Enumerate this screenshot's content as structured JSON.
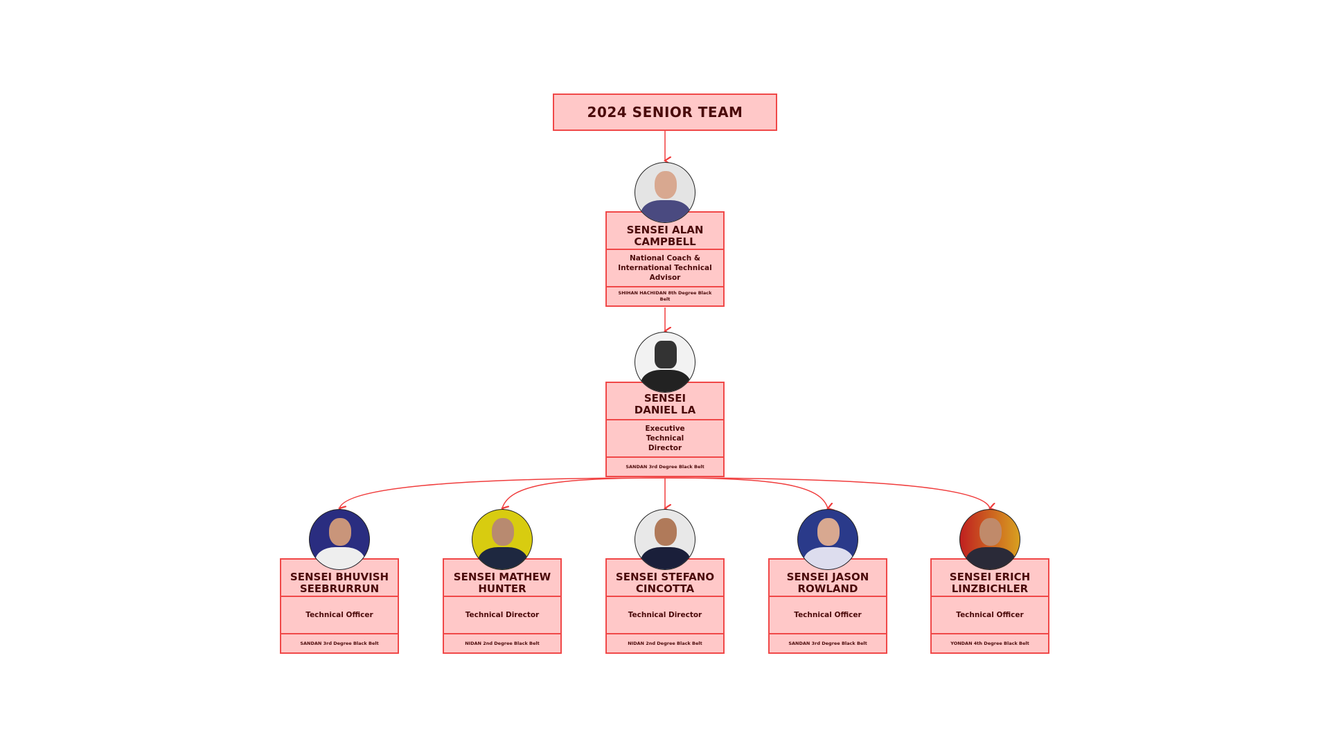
{
  "title": "2024 SENIOR TEAM",
  "levels": {
    "head": {
      "name": "SENSEI ALAN CAMPBELL",
      "role": "National Coach & International Technical Advisor",
      "belt": "SHIHAN HACHIDAN 8th Degree Black Belt"
    },
    "executive": {
      "name": "SENSEI DANIEL LA",
      "role": "Executive Technical Director",
      "belt": "SANDAN 3rd Degree Black Belt"
    }
  },
  "members": [
    {
      "name": "SENSEI BHUVISH SEEBRURRUN",
      "role": "Technical Officer",
      "belt": "SANDAN 3rd Degree Black Belt"
    },
    {
      "name": "SENSEI MATHEW HUNTER",
      "role": "Technical Director",
      "belt": "NIDAN 2nd Degree Black Belt"
    },
    {
      "name": "SENSEI STEFANO CINCOTTA",
      "role": "Technical Director",
      "belt": "NIDAN 2nd Degree Black Belt"
    },
    {
      "name": "SENSEI JASON ROWLAND",
      "role": "Technical Officer",
      "belt": "SANDAN 3rd Degree Black Belt"
    },
    {
      "name": "SENSEI ERICH LINZBICHLER",
      "role": "Technical Officer",
      "belt": "YONDAN 4th Degree Black Belt"
    }
  ],
  "colors": {
    "box_fill": "#ffc8c8",
    "box_border": "#f04848",
    "text": "#4a0a0a",
    "connector": "#f03c3c"
  }
}
